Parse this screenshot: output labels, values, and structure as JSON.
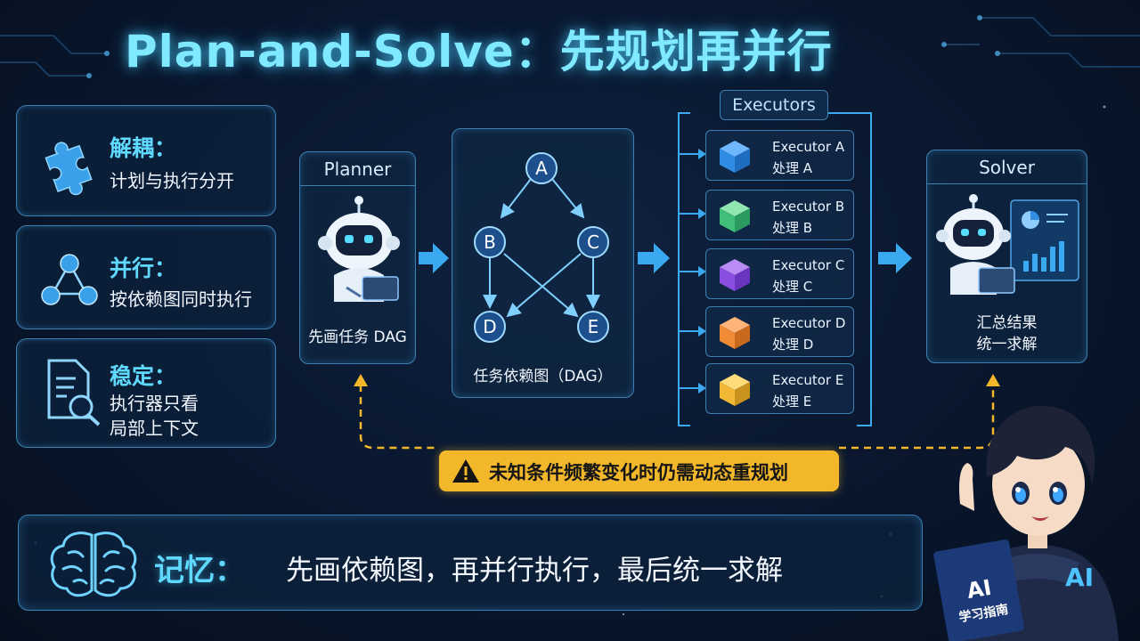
{
  "title": "Plan-and-Solve：先规划再并行",
  "features": [
    {
      "head": "解耦：",
      "lines": [
        "计划与执行分开"
      ],
      "icon": "puzzle-icon"
    },
    {
      "head": "并行：",
      "lines": [
        "按依赖图同时执行"
      ],
      "icon": "graph-nodes-icon"
    },
    {
      "head": "稳定：",
      "lines": [
        "执行器只看",
        "局部上下文"
      ],
      "icon": "document-search-icon"
    }
  ],
  "planner": {
    "title": "Planner",
    "caption": "先画任务 DAG"
  },
  "dag": {
    "caption": "任务依赖图（DAG）",
    "nodes": [
      "A",
      "B",
      "C",
      "D",
      "E"
    ]
  },
  "executors": {
    "title": "Executors",
    "items": [
      {
        "name": "Executor A",
        "task": "处理 A",
        "color": "#2f8de4"
      },
      {
        "name": "Executor B",
        "task": "处理 B",
        "color": "#3fbf7a"
      },
      {
        "name": "Executor C",
        "task": "处理 C",
        "color": "#8a4fe0"
      },
      {
        "name": "Executor D",
        "task": "处理 D",
        "color": "#f08a34"
      },
      {
        "name": "Executor E",
        "task": "处理 E",
        "color": "#f2b835"
      }
    ]
  },
  "solver": {
    "title": "Solver",
    "caption": [
      "汇总结果",
      "统一求解"
    ]
  },
  "warning": "未知条件频繁变化时仍需动态重规划",
  "memory": {
    "head": "记忆：",
    "text": "先画依赖图，再并行执行，最后统一求解"
  },
  "book": {
    "line1": "AI",
    "line2": "学习指南"
  },
  "hoodie_label": "AI",
  "colors": {
    "accent": "#5fd9ff",
    "border": "#3d7fb0",
    "warning": "#f2b72b",
    "node": "#1d4f8c"
  }
}
